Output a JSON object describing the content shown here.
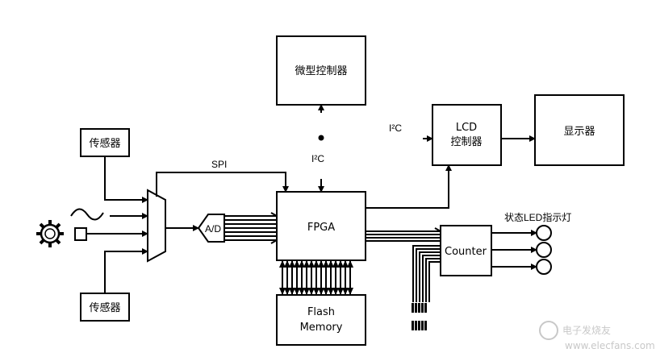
{
  "blocks": {
    "microcontroller": "微型控制器",
    "lcd_line1": "LCD",
    "lcd_line2": "控制器",
    "display": "显示器",
    "sensor_top": "传感器",
    "sensor_bottom": "传感器",
    "fpga": "FPGA",
    "ad": "A/D",
    "flash_line1": "Flash",
    "flash_line2": "Memory",
    "counter": "Counter"
  },
  "labels": {
    "spi": "SPI",
    "i2c_center": "I²C",
    "i2c_right": "I²C",
    "status_led": "状态LED指示灯"
  },
  "watermark": {
    "main": "电子发烧友",
    "url": "www.elecfans.com"
  },
  "colors": {
    "stroke": "#000000",
    "background": "#ffffff",
    "watermark": "#c8c8c8"
  }
}
